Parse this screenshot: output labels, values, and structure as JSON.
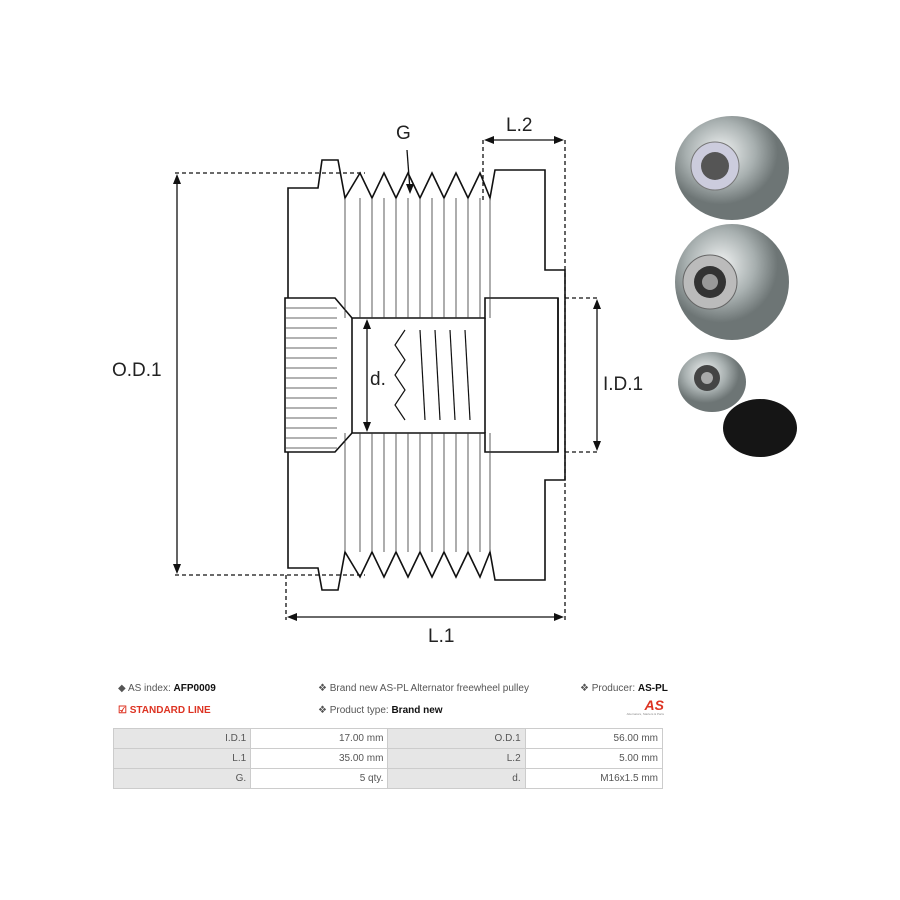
{
  "drawing": {
    "labels": {
      "g": "G",
      "l2": "L.2",
      "od1": "O.D.1",
      "d": "d.",
      "id1": "I.D.1",
      "l1": "L.1"
    }
  },
  "info": {
    "as_index_label": "AS index:",
    "as_index_value": "AFP0009",
    "standard_line": "STANDARD LINE",
    "description": "Brand new AS-PL Alternator freewheel pulley",
    "product_type_label": "Product type:",
    "product_type_value": "Brand new",
    "producer_label": "Producer:",
    "producer_value": "AS-PL",
    "logo_text": "AS",
    "logo_subtext": "Alternators, Starters & Parts"
  },
  "specs": [
    {
      "l1": "I.D.1",
      "v1": "17.00 mm",
      "l2": "O.D.1",
      "v2": "56.00 mm"
    },
    {
      "l1": "L.1",
      "v1": "35.00 mm",
      "l2": "L.2",
      "v2": "5.00 mm"
    },
    {
      "l1": "G.",
      "v1": "5 qty.",
      "l2": "d.",
      "v2": "M16x1.5 mm"
    }
  ],
  "colors": {
    "accent": "#dd3322"
  }
}
